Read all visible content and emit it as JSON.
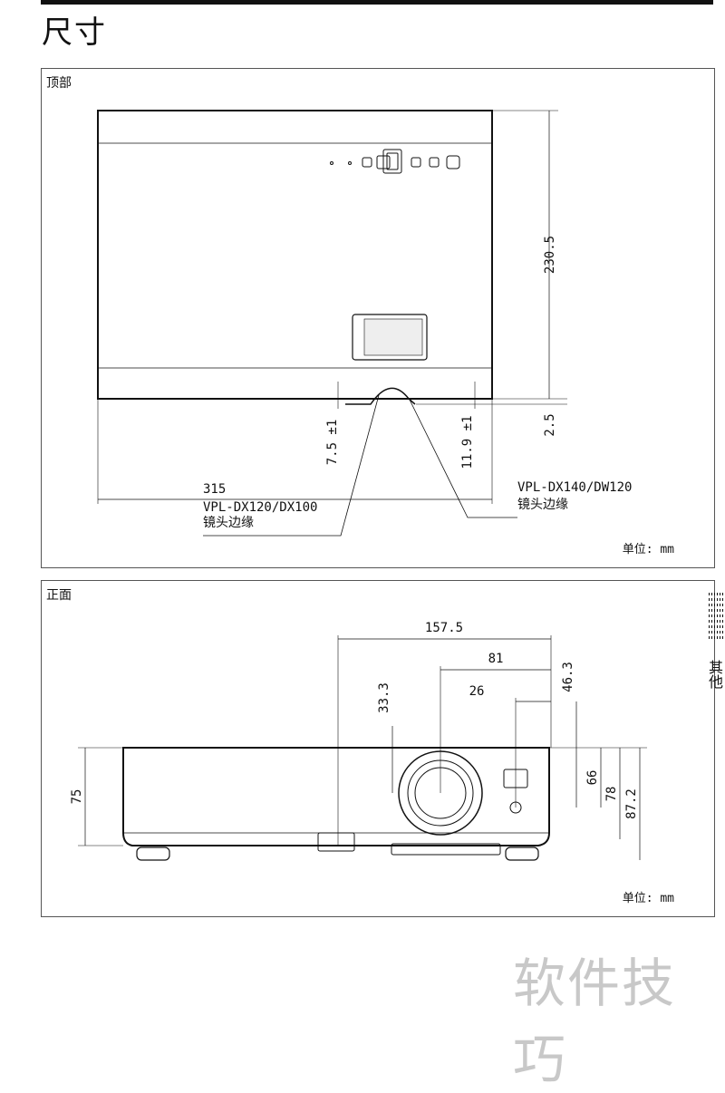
{
  "page_title": "尺寸",
  "watermark": "软件技巧",
  "side_tab": {
    "label": "其他"
  },
  "top_view": {
    "label": "顶部",
    "unit": "单位: mm",
    "dimensions": {
      "depth": "230.5",
      "offset": "2.5",
      "lens_a": "7.5 ±1",
      "lens_b": "11.9 ±1",
      "width": "315"
    },
    "callout_left": {
      "model": "VPL-DX120/DX100",
      "caption": "镜头边缘"
    },
    "callout_right": {
      "model": "VPL-DX140/DW120",
      "caption": "镜头边缘"
    }
  },
  "front_view": {
    "label": "正面",
    "unit": "单位: mm",
    "dimensions": {
      "lens_from_right": "157.5",
      "center_to_right": "81",
      "sensor_spacing": "26",
      "sensor_height": "46.3",
      "lens_center_height": "33.3",
      "body_height": "75",
      "h66": "66",
      "h78": "78",
      "h87": "87.2"
    }
  }
}
